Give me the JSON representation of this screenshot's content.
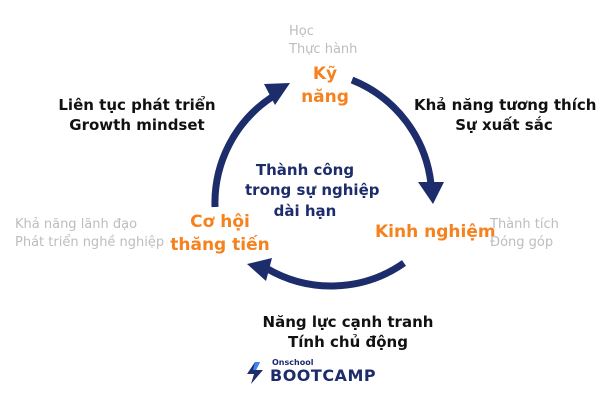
{
  "center": {
    "line1": "Thành công",
    "line2": "trong sự nghiệp",
    "line3": "dài hạn"
  },
  "nodes": {
    "skill": {
      "label_line1": "Kỹ",
      "label_line2": "năng",
      "note_line1": "Học",
      "note_line2": "Thực hành"
    },
    "experience": {
      "label": "Kinh nghiệm",
      "note_line1": "Thành tích",
      "note_line2": "Đóng góp"
    },
    "opportunity": {
      "label_line1": "Cơ hội",
      "label_line2": "thăng tiến",
      "note_line1": "Khả năng lãnh đạo",
      "note_line2": "Phát triển nghề nghiệp"
    }
  },
  "transitions": {
    "skill_to_experience": {
      "line1": "Khả năng tương thích",
      "line2": "Sự xuất sắc"
    },
    "experience_to_opportunity": {
      "line1": "Năng lực cạnh tranh",
      "line2": "Tính chủ động"
    },
    "opportunity_to_skill": {
      "line1": "Liên tục phát triển",
      "line2": "Growth mindset"
    }
  },
  "logo": {
    "small": "Onschool",
    "big": "BOOTCAMP",
    "icon": "bolt-mark-icon"
  },
  "colors": {
    "arrow": "#1d2c6b",
    "orange": "#f5821f",
    "gray": "#bdbdbd",
    "text": "#111111"
  }
}
